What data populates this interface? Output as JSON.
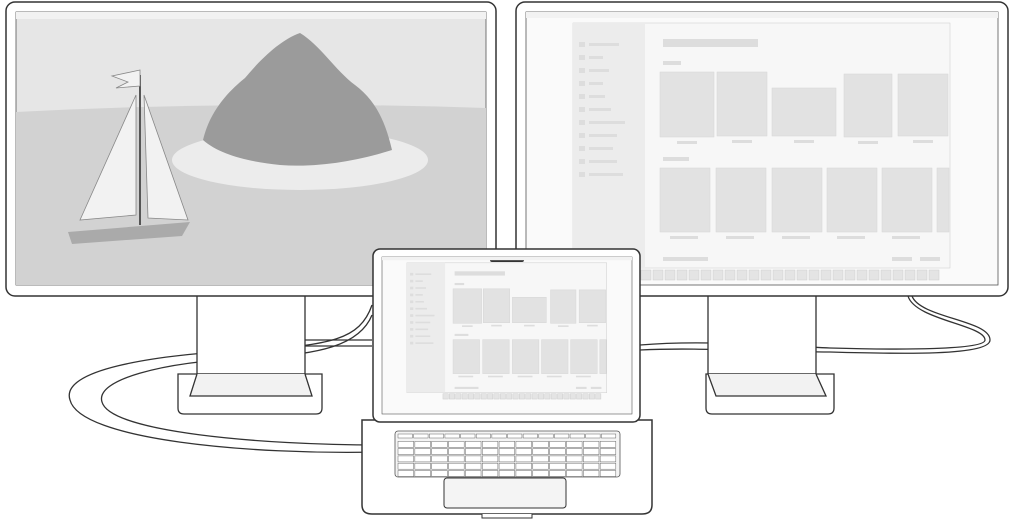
{
  "colors": {
    "outline": "#333333",
    "bezel": "#ffffff",
    "sky": "#e6e6e6",
    "sea": "#d2d2d2",
    "beach": "#ececec",
    "rock": "#9b9b9b",
    "window_bg": "#f7f7f7",
    "sidebar": "#ececec",
    "placeholder": "#e2e2e2"
  },
  "left_display": {
    "content": "island-and-sailboat-wallpaper"
  },
  "right_display": {
    "content": "app-window",
    "gallery_rows": 2
  },
  "laptop": {
    "content": "app-window"
  }
}
